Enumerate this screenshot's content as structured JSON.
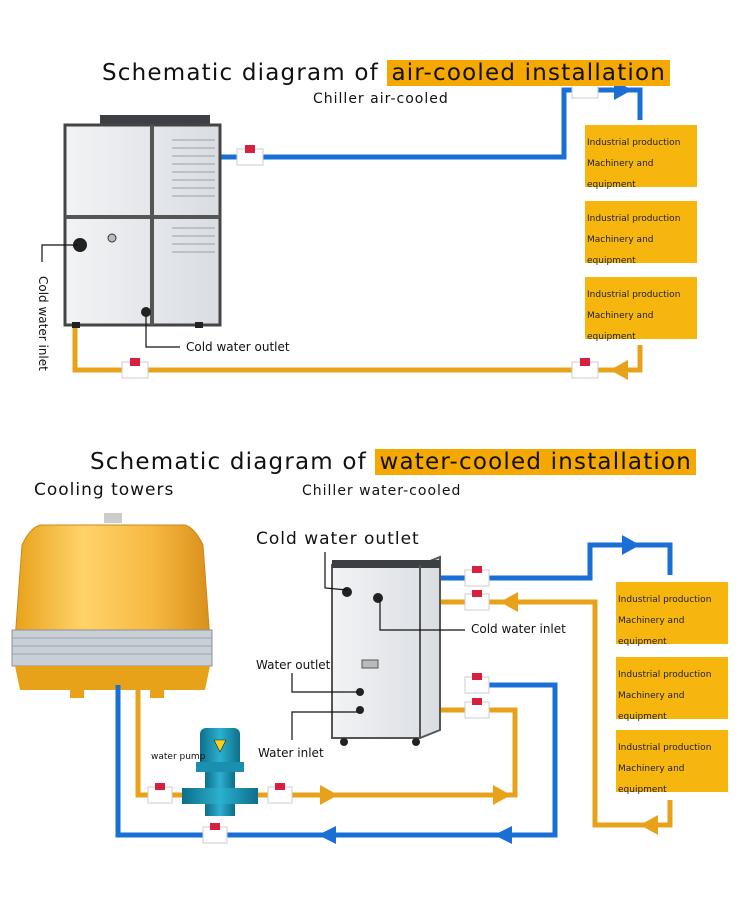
{
  "air_section": {
    "title_prefix": "Schematic diagram of ",
    "title_highlight": "air-cooled installation",
    "subtitle": "Chiller air-cooled",
    "cold_water_outlet": "Cold water outlet",
    "cold_water_inlet": "Cold water inlet",
    "equipment": [
      {
        "line1": "Industrial production",
        "line2": "Machinery and equipment"
      },
      {
        "line1": "Industrial production",
        "line2": "Machinery and equipment"
      },
      {
        "line1": "Industrial production",
        "line2": "Machinery and equipment"
      }
    ]
  },
  "water_section": {
    "title_prefix": "Schematic diagram of ",
    "title_highlight": "water-cooled installation",
    "cooling_towers": "Cooling towers",
    "subtitle": "Chiller water-cooled",
    "cold_water_outlet": "Cold water outlet",
    "cold_water_inlet": "Cold water inlet",
    "water_outlet": "Water outlet",
    "water_inlet": "Water inlet",
    "water_pump": "water pump",
    "equipment": [
      {
        "line1": "Industrial production",
        "line2": "Machinery and equipment"
      },
      {
        "line1": "Industrial production",
        "line2": "Machinery and equipment"
      },
      {
        "line1": "Industrial production",
        "line2": "Machinery and equipment"
      }
    ]
  },
  "colors": {
    "cold_pipe": "#1a6fd6",
    "return_pipe": "#e8a21a",
    "equipment_box": "#f6b60e",
    "highlight": "#f5a800",
    "valve_red": "#d81f3f"
  }
}
